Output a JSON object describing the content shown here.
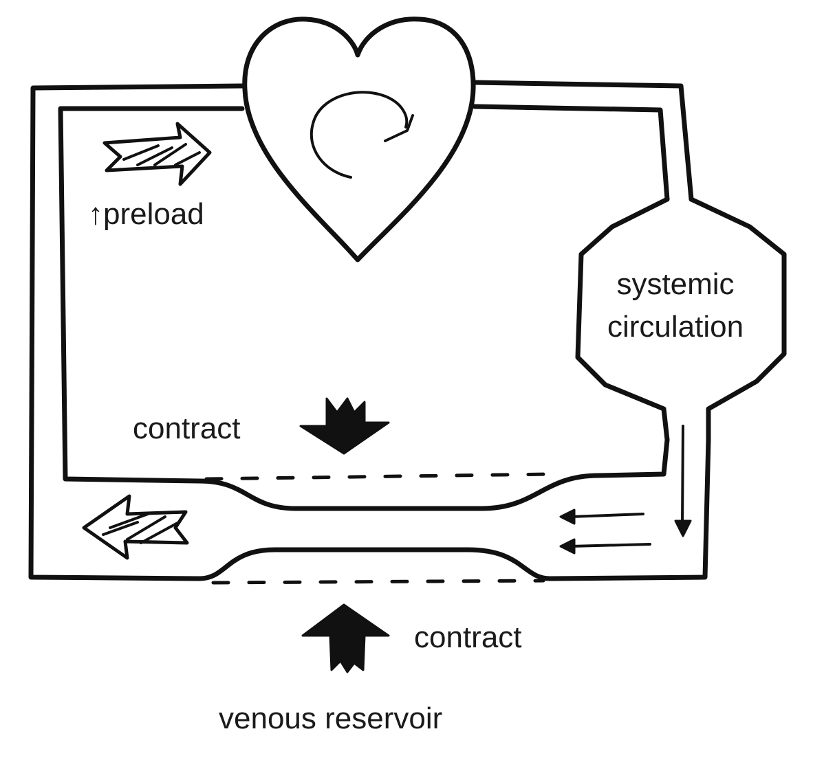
{
  "diagram": {
    "labels": {
      "preload": "↑preload",
      "systemic": [
        "systemic",
        "circulation"
      ],
      "contract_top": "contract",
      "contract_bottom": "contract",
      "venous": "venous reservoir"
    }
  }
}
